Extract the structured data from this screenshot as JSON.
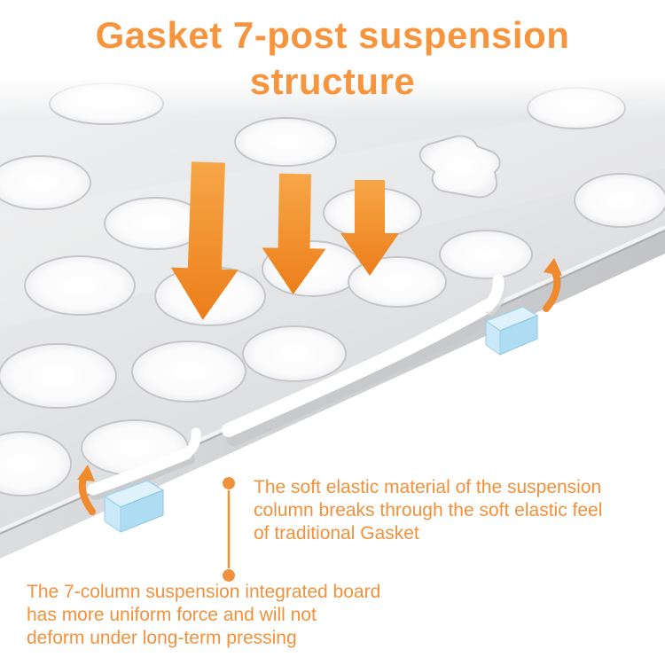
{
  "title": {
    "line1": "Gasket 7-post suspension",
    "line2": "structure"
  },
  "callouts": {
    "soft_elastic": {
      "lines": [
        "The soft elastic material of the suspension",
        "column breaks through the soft elastic feel",
        "of traditional Gasket"
      ]
    },
    "seven_column": {
      "lines": [
        "The 7-column suspension integrated board",
        "has more uniform force and will not",
        "deform under long-term pressing"
      ]
    }
  },
  "colors": {
    "accent_orange": "#F2913C",
    "arrow_orange_top": "#F7A648",
    "arrow_orange_bottom": "#EC7E1A",
    "plate_gray": "#E2E3E5",
    "clip_blue": "#AEDCF2"
  },
  "icons": {
    "press_arrows": "down-arrow-icon",
    "rebound_arrows": "rebound-arrow-icon",
    "connector_dots": "annotation-dot"
  }
}
